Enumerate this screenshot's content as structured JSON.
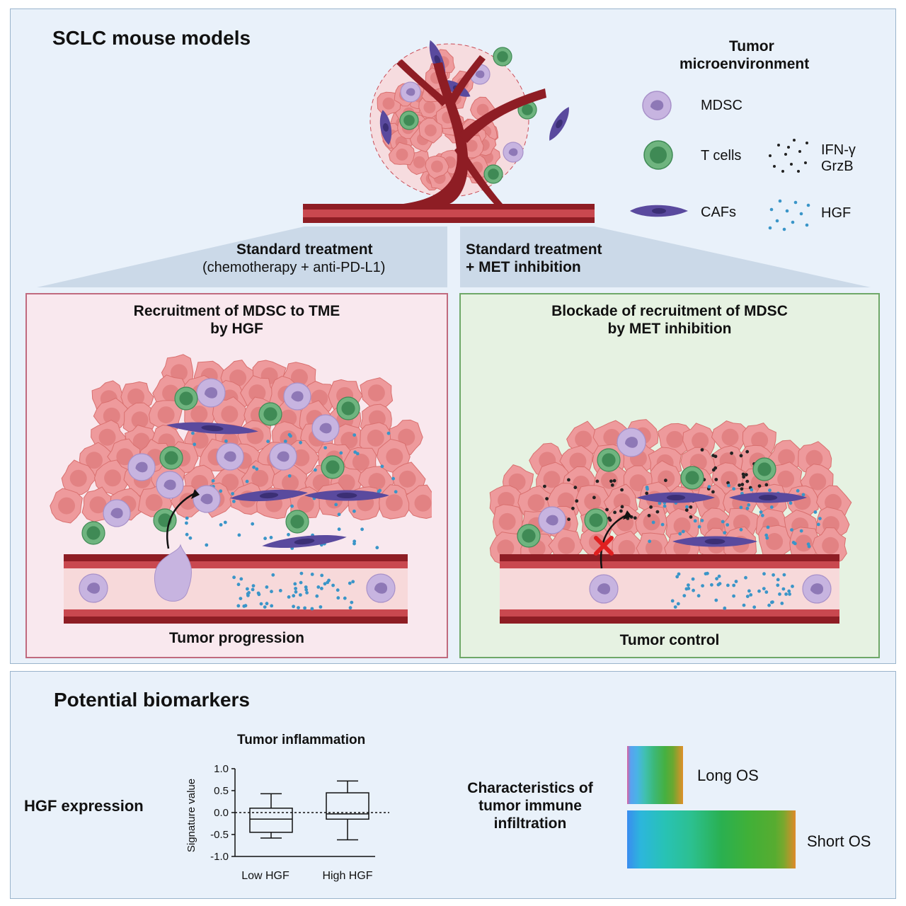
{
  "top": {
    "title": "SCLC mouse models",
    "legend": {
      "title_line1": "Tumor",
      "title_line2": "microenvironment",
      "mdsc": "MDSC",
      "tcells": "T cells",
      "cafs": "CAFs",
      "ifn": "IFN-γ",
      "grzb": "GrzB",
      "hgf": "HGF"
    },
    "arm_left": {
      "line1": "Standard treatment",
      "line2": "(chemotherapy + anti-PD-L1)"
    },
    "arm_right": {
      "line1": "Standard treatment",
      "line2": "+ MET inhibition"
    }
  },
  "left_box": {
    "title_line1": "Recruitment of MDSC to TME",
    "title_line2": "by HGF",
    "caption": "Tumor progression"
  },
  "right_box": {
    "title_line1": "Blockade of recruitment of MDSC",
    "title_line2": "by MET inhibition",
    "caption": "Tumor control"
  },
  "bottom": {
    "title": "Potential biomarkers",
    "hgf_label": "HGF expression",
    "characteristics_line1": "Characteristics of",
    "characteristics_line2": "tumor immune",
    "characteristics_line3": "infiltration",
    "long_os": "Long OS",
    "short_os": "Short OS"
  },
  "chart_data": {
    "type": "boxplot",
    "title": "Tumor inflammation",
    "ylabel": "Signature value",
    "ylim": [
      -1.0,
      1.0
    ],
    "yticks": [
      "1.0",
      "0.5",
      "0.0",
      "-0.5",
      "-1.0"
    ],
    "yticks_values": [
      1.0,
      0.5,
      0.0,
      -0.5,
      -1.0
    ],
    "categories": [
      "Low HGF",
      "High HGF"
    ],
    "boxes": [
      {
        "min": -0.58,
        "q1": -0.45,
        "median": -0.15,
        "q3": 0.1,
        "max": 0.43
      },
      {
        "min": -0.62,
        "q1": -0.15,
        "median": -0.03,
        "q3": 0.45,
        "max": 0.72
      }
    ],
    "reference_line": 0.0
  },
  "colors": {
    "panel_bg": "#e9f1fa",
    "panel_border": "#9ab4cc",
    "left_bg": "#f9e8ee",
    "left_border": "#c06a7e",
    "right_bg": "#e6f2e2",
    "right_border": "#6fa868",
    "vessel": "#8e1d24",
    "tumor_cell": "#e9898c",
    "mdsc": "#c7b4e0",
    "tcell": "#4f9c66",
    "caf": "#5a4a9e",
    "hgf": "#3a95c8",
    "ifn": "#222222"
  },
  "icons": [
    "tumor-cell-icon",
    "mdsc-icon",
    "t-cell-icon",
    "caf-icon",
    "ifn-dots-icon",
    "hgf-dots-icon",
    "blood-vessel-icon",
    "recruit-arrow-icon",
    "block-x-icon"
  ]
}
